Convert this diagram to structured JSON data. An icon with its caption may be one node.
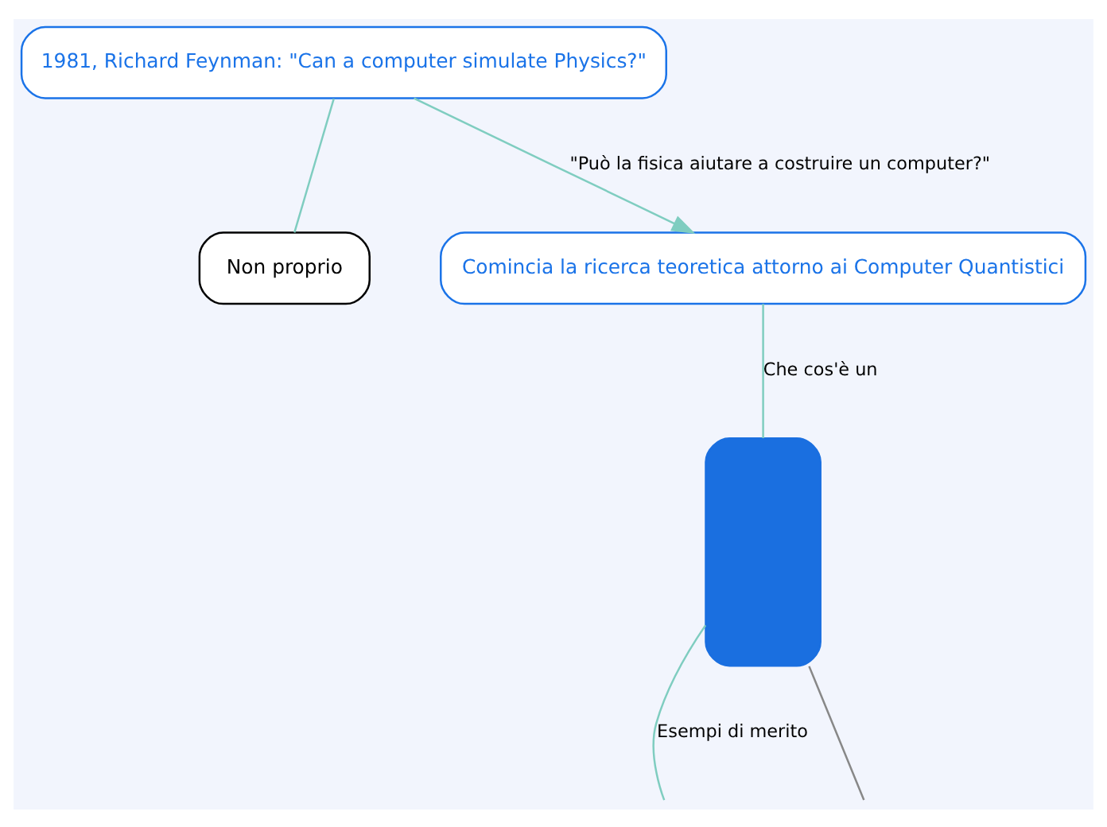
{
  "diagram": {
    "nodes": [
      {
        "text": [
          "1981, Richard Feynman: \"Can a computer simulate Physics?\""
        ]
      },
      {
        "text": [
          "Non proprio"
        ]
      },
      {
        "text": [
          "Comincia la ricerca teoretica attorno ai Computer Quantistici"
        ]
      },
      {
        "text": [],
        "shape": "box"
      }
    ],
    "edges": [
      {
        "from": 0,
        "to": 1,
        "arrow": "none"
      },
      {
        "from": 0,
        "to": 2,
        "arrow": "to",
        "label": "\"Può la fisica aiutare a costruire un computer?\""
      },
      {
        "from": 2,
        "to": 3,
        "arrow": "none",
        "label": "Che cos'è un"
      },
      {
        "from": 3,
        "to": null,
        "arrow": "none",
        "label": "Esempi di merito"
      },
      {
        "from": 3,
        "to": null,
        "arrow": "none",
        "color": "#888888"
      }
    ]
  }
}
